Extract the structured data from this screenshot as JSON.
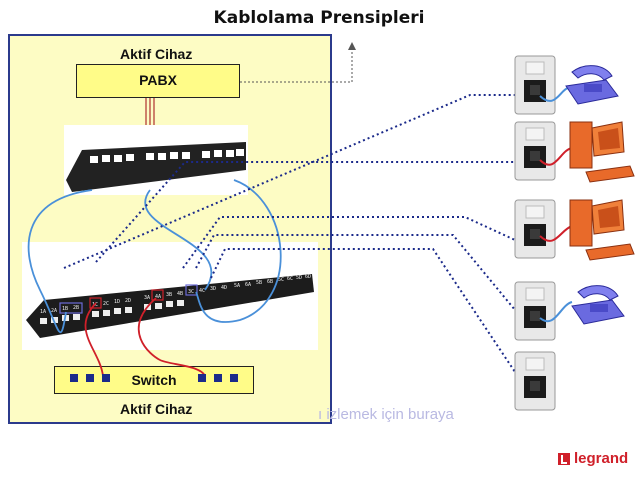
{
  "title": "Kablolama Prensipleri",
  "panel": {
    "top_label": "Aktif Cihaz",
    "bottom_label": "Aktif Cihaz",
    "pabx_label": "PABX",
    "switch_label": "Switch"
  },
  "patch_panel": {
    "ports": [
      "1A",
      "2A",
      "1B",
      "2B",
      "1C",
      "2C",
      "1D",
      "2D",
      "3A",
      "4A",
      "3B",
      "4B",
      "3C",
      "4C",
      "3D",
      "4D",
      "5A",
      "6A",
      "5B",
      "6B",
      "5C",
      "6C",
      "5D",
      "6D"
    ]
  },
  "faded_text": "ı izlemek için buraya",
  "brand": "legrand",
  "colors": {
    "panel_bg": "#fdfcc4",
    "panel_border": "#2b3a8c",
    "box_fill": "#fffc88",
    "data_line": "#1b2a8a",
    "cable_blue": "#4a90d9",
    "cable_red": "#d0202a",
    "brand_red": "#d0202a"
  },
  "devices": [
    {
      "type": "phone-icon"
    },
    {
      "type": "computer-icon"
    },
    {
      "type": "computer-icon"
    },
    {
      "type": "phone-icon"
    },
    {
      "type": "none"
    }
  ]
}
